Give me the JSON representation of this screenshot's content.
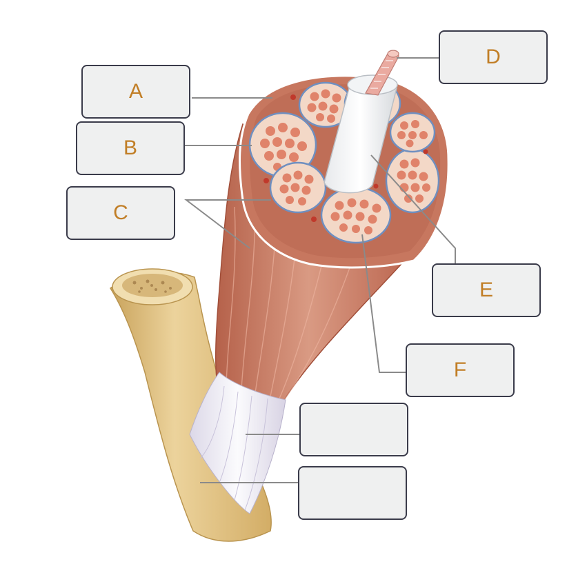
{
  "labels": {
    "a": "A",
    "b": "B",
    "c": "C",
    "d": "D",
    "e": "E",
    "f": "F",
    "g": "",
    "h": ""
  },
  "colors": {
    "label_text": "#c17e26",
    "box_fill": "#eff0f0",
    "box_border": "#3a3b4a",
    "leader_line": "#8a8a8a",
    "muscle": "#c7775f",
    "fascicle_fill": "#f3d8c7",
    "fiber": "#e0836a",
    "tendon": "#eceaf2",
    "bone": "#e2c38a",
    "nerve": "#eaaaa0"
  }
}
